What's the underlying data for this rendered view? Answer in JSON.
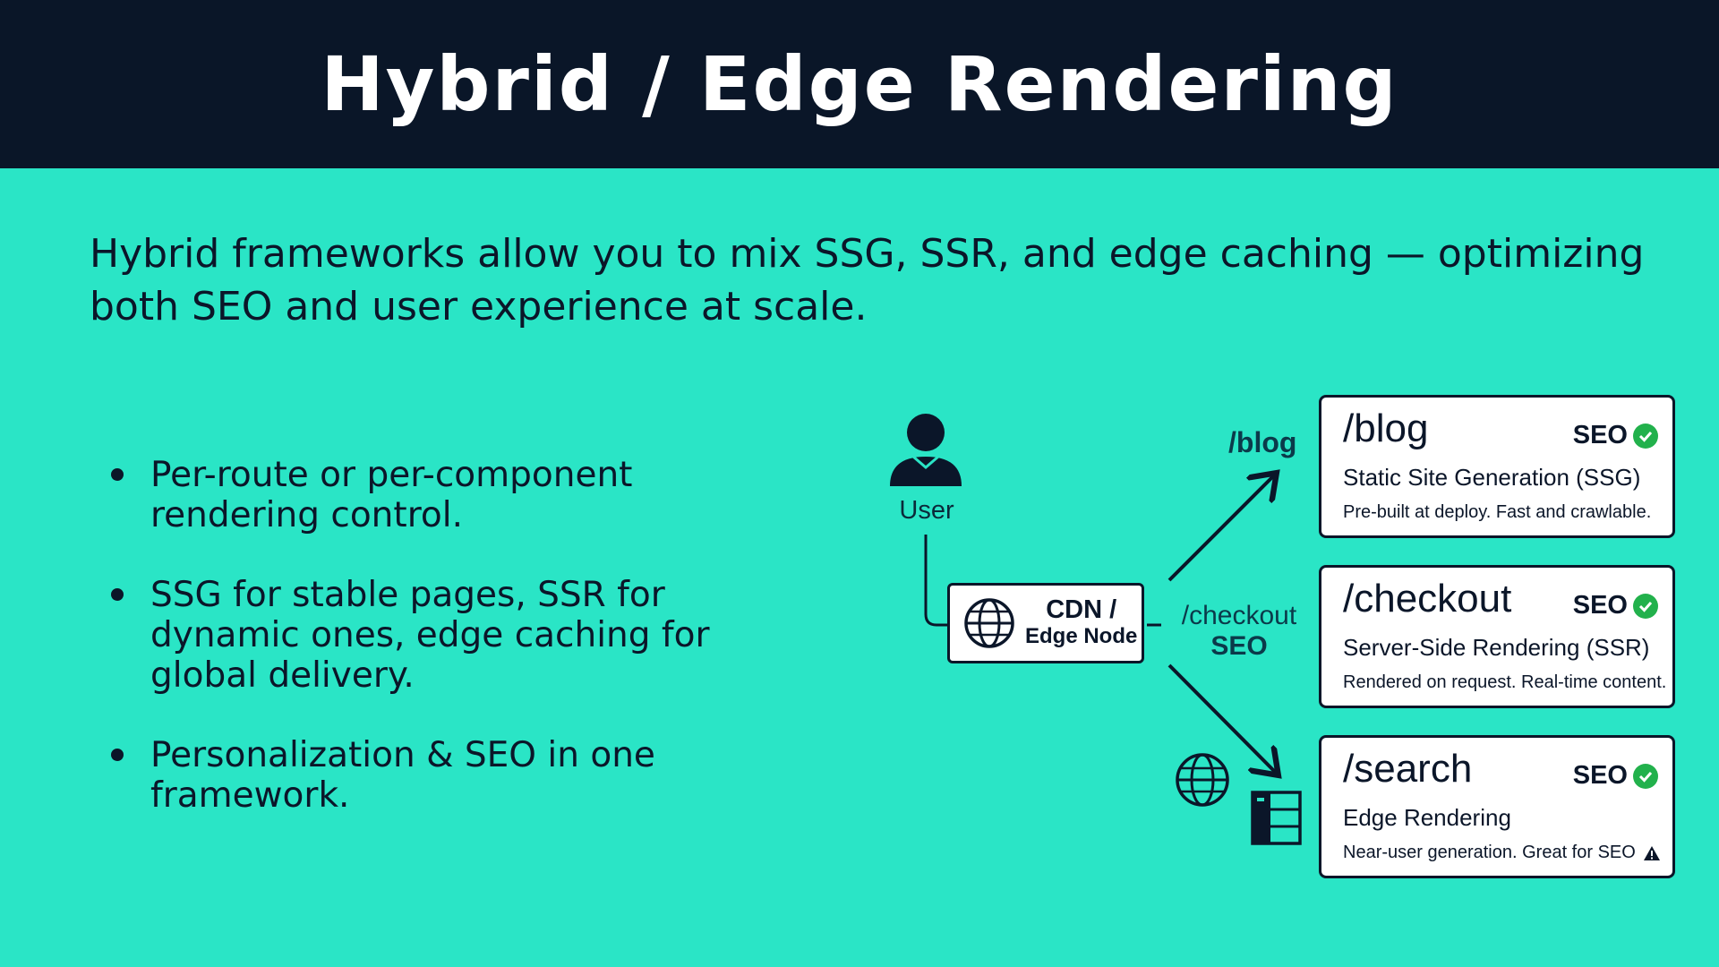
{
  "header": {
    "title": "Hybrid / Edge Rendering"
  },
  "intro": "Hybrid frameworks allow you to mix SSG, SSR, and edge caching — optimizing both SEO and user experience at scale.",
  "bullets": [
    "Per-route or per-component rendering control.",
    "SSG for stable pages, SSR for dynamic ones, edge caching for global delivery.",
    "Personalization & SEO in one framework."
  ],
  "diagram": {
    "user_label": "User",
    "cdn": {
      "line1": "CDN /",
      "line2": "Edge Node"
    },
    "edges": {
      "blog": "/blog",
      "checkout_line1": "/checkout",
      "checkout_line2": "SEO"
    },
    "routes": [
      {
        "path": "/blog",
        "seo": "SEO",
        "mode": "Static Site Generation (SSG)",
        "desc": "Pre-built at deploy. Fast and crawlable."
      },
      {
        "path": "/checkout",
        "seo": "SEO",
        "mode": "Server-Side Rendering (SSR)",
        "desc": "Rendered on request. Real-time content."
      },
      {
        "path": "/search",
        "seo": "SEO",
        "mode": "Edge Rendering",
        "desc": "Near-user generation. Great for SEO"
      }
    ]
  },
  "colors": {
    "background": "#2ae5c6",
    "header_bg": "#0a1628",
    "text": "#0b1629",
    "check_green": "#22b14c"
  },
  "icons": [
    "user-icon",
    "globe-icon",
    "check-icon",
    "warning-icon",
    "server-icon"
  ]
}
